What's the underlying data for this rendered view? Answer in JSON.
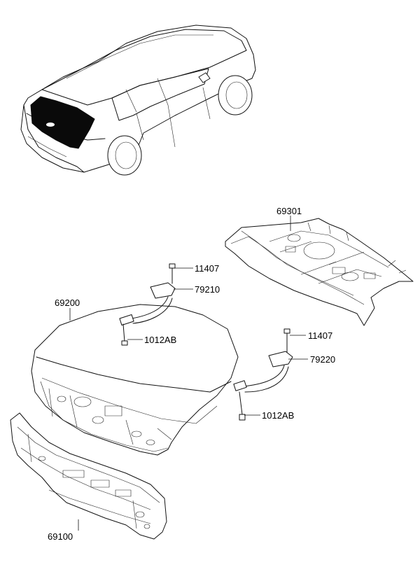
{
  "parts": {
    "p69301": "69301",
    "p11407_upper": "11407",
    "p79210": "79210",
    "p69200": "69200",
    "p1012AB_upper": "1012AB",
    "p11407_lower": "11407",
    "p79220": "79220",
    "p1012AB_lower": "1012AB",
    "p69100": "69100"
  },
  "colors": {
    "line": "#111111",
    "highlight": "#0a0a0a",
    "background": "#ffffff"
  }
}
